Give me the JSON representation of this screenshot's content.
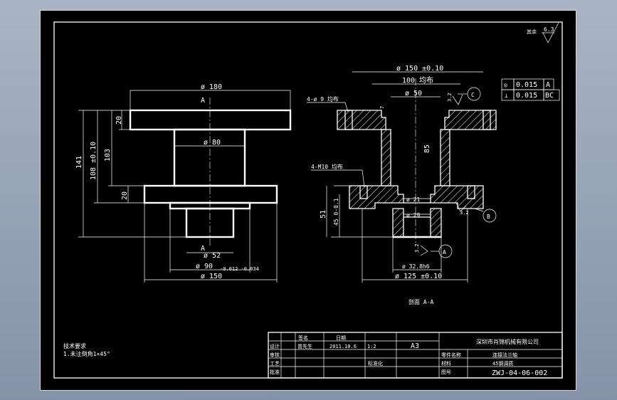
{
  "colors": {
    "background": "#000000",
    "lines": "#ffffff",
    "frame": "#d8d8d8",
    "window": "#8e9bb0"
  },
  "roughness": {
    "label": "其余",
    "value": "6.3"
  },
  "front_view": {
    "dims": {
      "d180": "ø 180",
      "d80": "ø 80",
      "d52": "ø 52",
      "d90": "ø 90",
      "d90_tol": "-0.012 -0.034",
      "d150": "ø 150",
      "l141": "141",
      "l108": "108 ±0.10",
      "l103": "103",
      "l20_top": "20",
      "l20_mid": "20"
    },
    "section_marks": {
      "top": "A",
      "bottom": "A"
    }
  },
  "section_view": {
    "dims": {
      "d150": "ø 150 ±0.10",
      "l100": "100 均布",
      "d50": "ø 50",
      "l85": "85",
      "holes_top": "4-ø 9 均布",
      "holes_mid": "4-M10 均布",
      "d21": "ø 21",
      "d29": "ø 29",
      "d32": "ø 32.8h6",
      "d125": "ø 125 ±0.10",
      "l51": "51",
      "l45": "45 0-0.1",
      "r32_top": "3.2",
      "r32_right": "3.2",
      "r32_bottom": "3.2",
      "l7": "7"
    },
    "datums": {
      "a": "A",
      "b": "B",
      "c": "C"
    },
    "tolerance": [
      {
        "symbol": "◎",
        "value": "0.015",
        "datum": "A"
      },
      {
        "symbol": "⊥",
        "value": "0.015",
        "datum": "BC"
      }
    ],
    "caption": "剖面 A-A"
  },
  "notes": {
    "title": "技术要求",
    "line1": "1.未注倒角1×45°"
  },
  "title_block": {
    "company": "深圳市肖锦机械有限公司",
    "part_name": "连接法兰轴",
    "material": "45钢调质",
    "drawing_no": "ZWJ-04-06-002",
    "sheet": "A3",
    "date": "2011.10.6",
    "scale": "1:2",
    "designer": "曾先生",
    "labels": {
      "design": "设计",
      "check": "审核",
      "approve": "批准",
      "name_col": "签名",
      "date_col": "日期",
      "process": "工艺",
      "standard": "标准化",
      "drawn": "图号",
      "material_label": "材料",
      "part_label": "零件名称"
    }
  }
}
